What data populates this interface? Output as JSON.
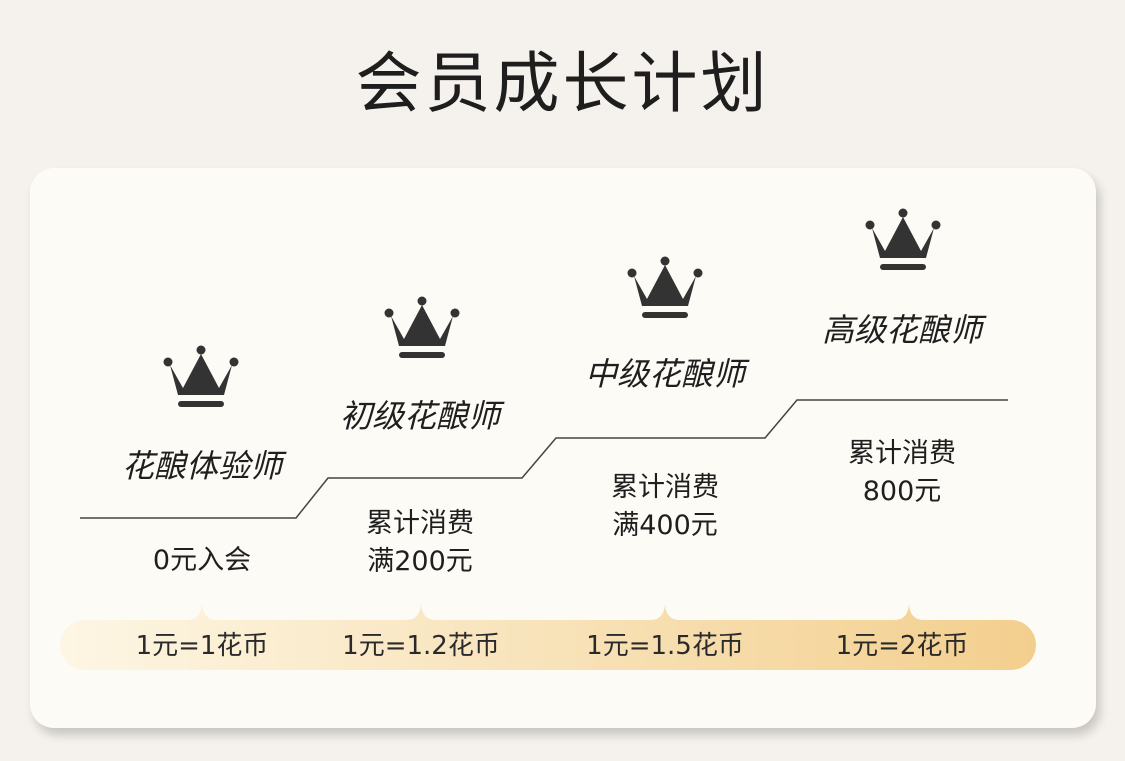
{
  "page": {
    "title": "会员成长计划"
  },
  "icons": {
    "crown": "crown-icon"
  },
  "colors": {
    "crown": "#333333",
    "bar_start": "#fdf6e4",
    "bar_end": "#f3cf8e",
    "line": "#444444"
  },
  "levels": [
    {
      "name": "花酿体验师",
      "req_line1": "0元入会",
      "req_line2": "",
      "rate": "1元=1花币"
    },
    {
      "name": "初级花酿师",
      "req_line1": "累计消费",
      "req_line2": "满200元",
      "rate": "1元=1.2花币"
    },
    {
      "name": "中级花酿师",
      "req_line1": "累计消费",
      "req_line2": "满400元",
      "rate": "1元=1.5花币"
    },
    {
      "name": "高级花酿师",
      "req_line1": "累计消费",
      "req_line2": "800元",
      "rate": "1元=2花币"
    }
  ]
}
